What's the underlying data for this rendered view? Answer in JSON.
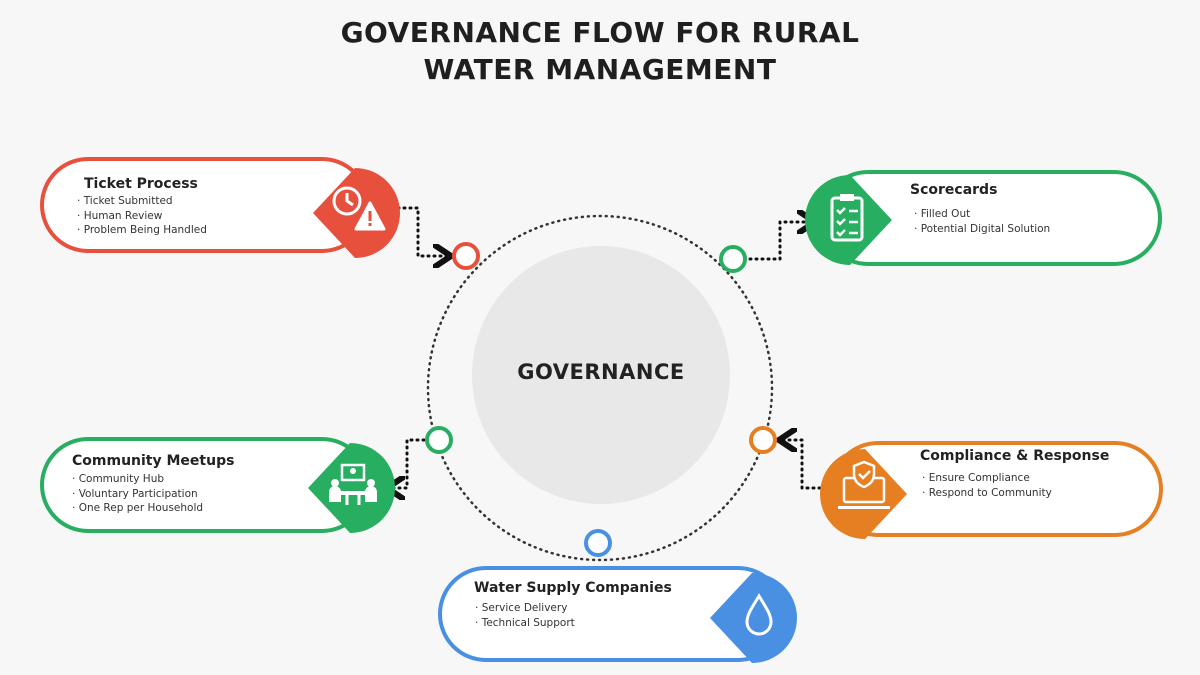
{
  "title": "GOVERNANCE FLOW FOR RURAL WATER MANAGEMENT",
  "center": "GOVERNANCE",
  "colors": {
    "red": "#e8503e",
    "green": "#27ae60",
    "orange": "#e67e22",
    "blue": "#4a90e2"
  },
  "cards": {
    "ticket": {
      "title": "Ticket Process",
      "items": [
        "Ticket Submitted",
        "Human Review",
        "Problem Being Handled"
      ]
    },
    "scorecards": {
      "title": "Scorecards",
      "items": [
        "Filled Out",
        "Potential Digital Solution"
      ]
    },
    "community": {
      "title": "Community Meetups",
      "items": [
        "Community Hub",
        "Voluntary Participation",
        "One Rep per Household"
      ]
    },
    "compliance": {
      "title": "Compliance & Response",
      "items": [
        "Ensure Compliance",
        "Respond to Community"
      ]
    },
    "water": {
      "title": "Water Supply Companies",
      "items": [
        "Service Delivery",
        "Technical Support"
      ]
    }
  }
}
